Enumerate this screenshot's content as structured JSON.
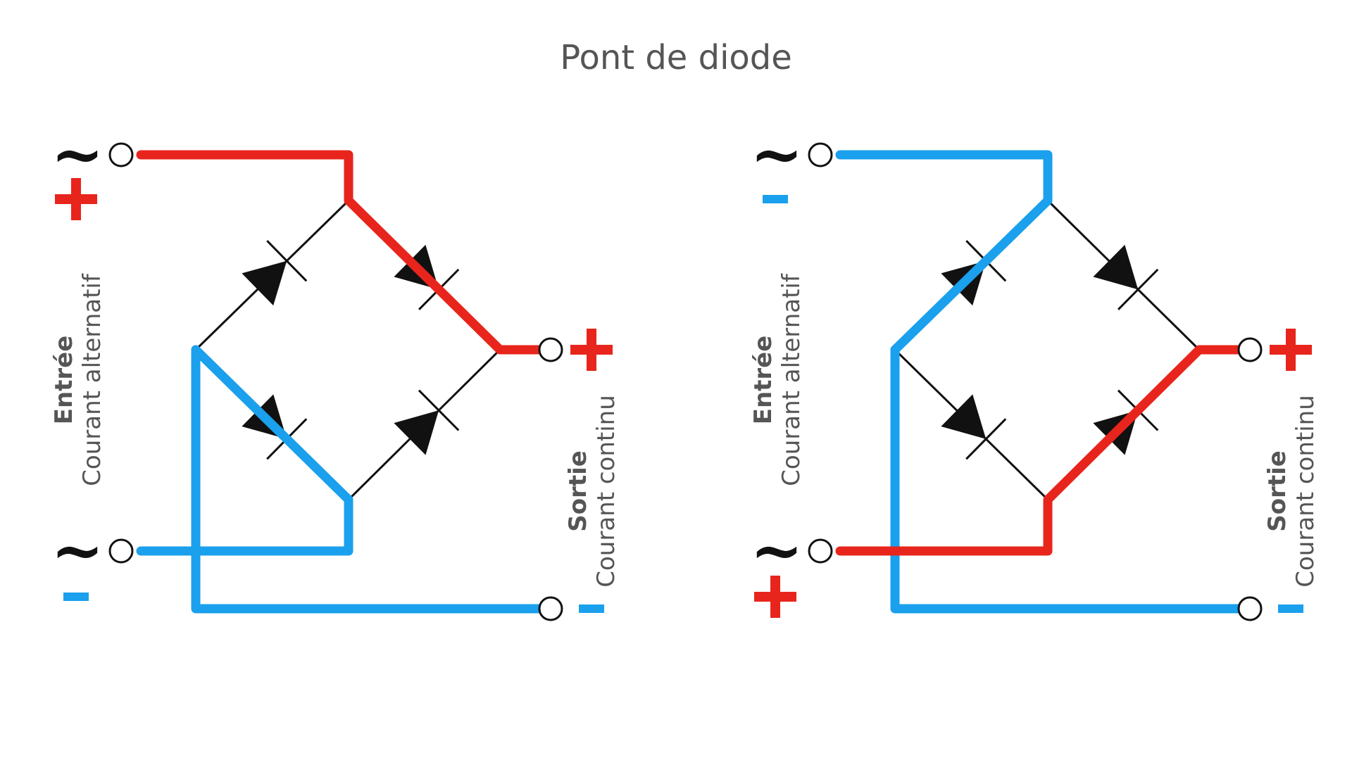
{
  "title": "Pont de diode",
  "colors": {
    "positive": "#e8251c",
    "negative": "#1aa0ec",
    "wire": "#111111",
    "text": "#555555"
  },
  "symbols": {
    "ac": "~"
  },
  "panels": [
    {
      "input_label_bold": "Entrée",
      "input_label": "Courant alternatif",
      "output_label_bold": "Sortie",
      "output_label": "Courant continu",
      "input_top_polarity": "positive",
      "input_bottom_polarity": "negative",
      "output_top_polarity": "positive",
      "output_bottom_polarity": "negative"
    },
    {
      "input_label_bold": "Entrée",
      "input_label": "Courant alternatif",
      "output_label_bold": "Sortie",
      "output_label": "Courant continu",
      "input_top_polarity": "negative",
      "input_bottom_polarity": "positive",
      "output_top_polarity": "positive",
      "output_bottom_polarity": "negative"
    }
  ]
}
